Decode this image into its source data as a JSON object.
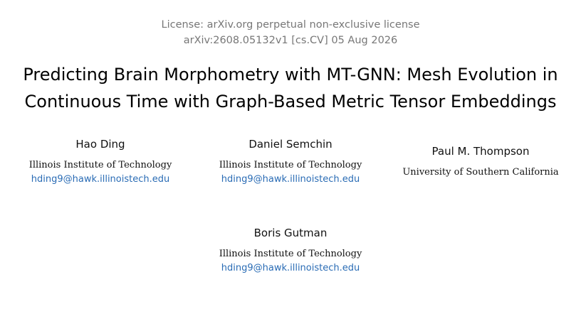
{
  "header": {
    "license": "License: arXiv.org perpetual non-exclusive license",
    "arxiv_id": "arXiv:2608.05132v1 [cs.CV] 05 Aug 2026"
  },
  "paper": {
    "title_line1": "Predicting Brain Morphometry with MT-GNN: Mesh Evolution in",
    "title_line2": "Continuous Time with Graph-Based Metric Tensor Embeddings"
  },
  "authors": [
    {
      "name": "Hao Ding",
      "affiliation": "Illinois Institute of Technology",
      "email": "hding9@hawk.illinoistech.edu"
    },
    {
      "name": "Daniel Semchin",
      "affiliation": "Illinois Institute of Technology",
      "email": "hding9@hawk.illinoistech.edu"
    },
    {
      "name": "Paul M. Thompson",
      "affiliation": "University of Southern California"
    },
    {
      "name": "Boris Gutman",
      "affiliation": "Illinois Institute of Technology",
      "email": "hding9@hawk.illinoistech.edu"
    }
  ]
}
